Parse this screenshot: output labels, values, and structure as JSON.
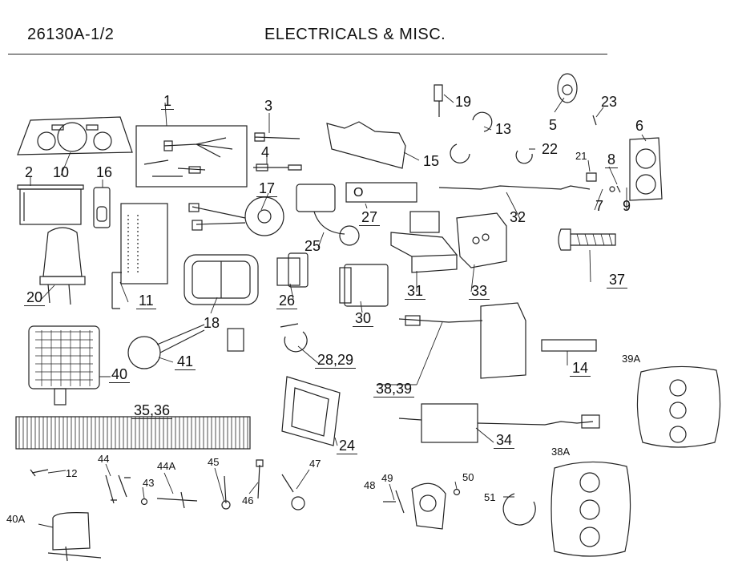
{
  "header": {
    "code": "26130A-1/2",
    "title": "ELECTRICALS & MISC."
  },
  "callouts": {
    "c1": "1",
    "c2": "2",
    "c3": "3",
    "c4": "4",
    "c5": "5",
    "c6": "6",
    "c7": "7",
    "c8": "8",
    "c9": "9",
    "c10": "10",
    "c11": "11",
    "c12": "12",
    "c13": "13",
    "c14": "14",
    "c15": "15",
    "c16": "16",
    "c17": "17",
    "c18": "18",
    "c19": "19",
    "c20": "20",
    "c21": "21",
    "c22": "22",
    "c23": "23",
    "c24": "24",
    "c25": "25",
    "c26": "26",
    "c27": "27",
    "c28": "28,29",
    "c30": "30",
    "c31": "31",
    "c32": "32",
    "c33": "33",
    "c34": "34",
    "c35": "35,36",
    "c37": "37",
    "c38": "38,39",
    "c38a": "38A",
    "c39a": "39A",
    "c40": "40",
    "c40a": "40A",
    "c41": "41",
    "c43": "43",
    "c44": "44",
    "c44a": "44A",
    "c45": "45",
    "c46": "46",
    "c47": "47",
    "c48": "48",
    "c49": "49",
    "c50": "50",
    "c51": "51"
  },
  "decal_text": "O"
}
